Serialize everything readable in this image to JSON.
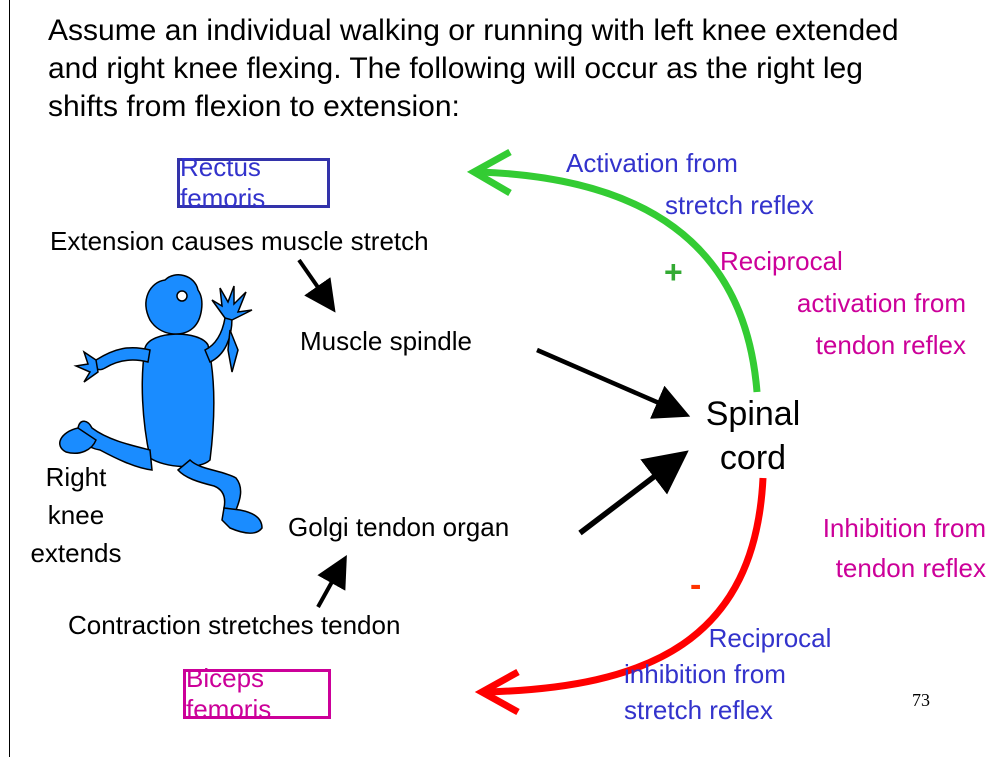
{
  "intro": {
    "line1": "Assume an individual walking or running with left knee extended",
    "line2": "and right knee flexing. The following will occur as the right leg",
    "line3": "shifts from flexion to extension:"
  },
  "boxes": {
    "rectus_femoris": "Rectus femoris",
    "biceps_femoris": "Biceps femoris"
  },
  "labels": {
    "extension_causes": "Extension causes muscle stretch",
    "muscle_spindle": "Muscle spindle",
    "golgi_tendon_organ": "Golgi tendon organ",
    "contraction_stretches": "Contraction stretches tendon",
    "spinal_cord_1": "Spinal",
    "spinal_cord_2": "cord",
    "right_knee_1": "Right",
    "right_knee_2": "knee",
    "right_knee_3": "extends"
  },
  "annotations": {
    "activation_1": "Activation from",
    "activation_2": "stretch reflex",
    "recip_act_1": "Reciprocal",
    "recip_act_2": "activation from",
    "recip_act_3": "tendon reflex",
    "inhibition_1": "Inhibition from",
    "inhibition_2": "tendon reflex",
    "recip_inh_1": "Reciprocal",
    "recip_inh_2": "inhibition from",
    "recip_inh_3": "stretch reflex",
    "plus": "+",
    "minus": "-"
  },
  "page_number": "73",
  "colors": {
    "blue_text": "#3333cc",
    "magenta_text": "#cc0099",
    "green_arrow": "#33cc33",
    "red_arrow": "#ff0000",
    "figure_fill": "#1a8cff"
  },
  "icons": {
    "figure": "frog-figure-icon"
  }
}
